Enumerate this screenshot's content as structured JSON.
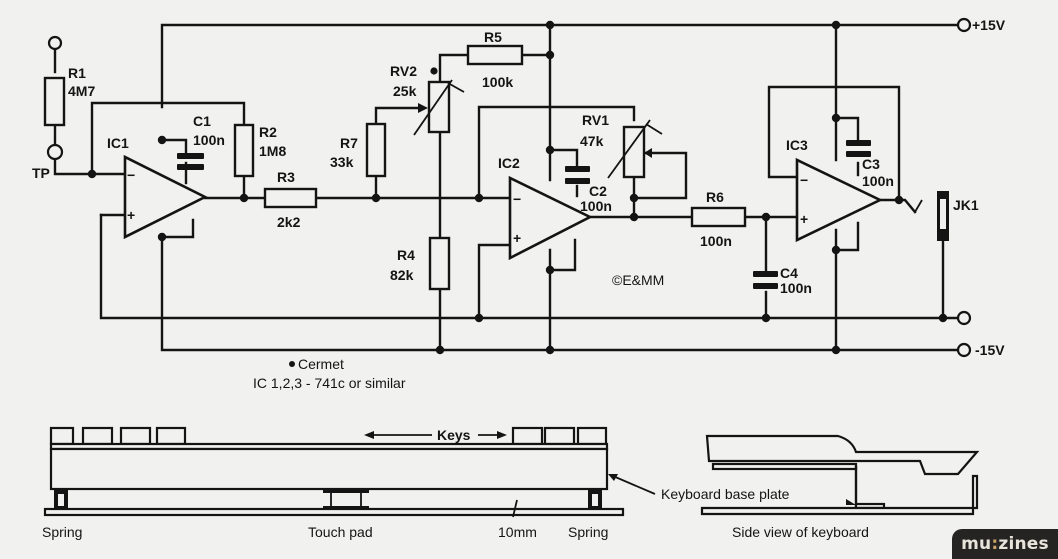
{
  "schematic": {
    "copyright": "©E&MM",
    "rails": {
      "positive": "+15V",
      "negative": "-15V"
    },
    "input": {
      "label": "TP"
    },
    "output": {
      "label": "JK1"
    },
    "opamps": [
      {
        "id": "IC1",
        "label": "IC1"
      },
      {
        "id": "IC2",
        "label": "IC2"
      },
      {
        "id": "IC3",
        "label": "IC3"
      }
    ],
    "resistors": [
      {
        "id": "R1",
        "label": "R1",
        "value": "4M7"
      },
      {
        "id": "R2",
        "label": "R2",
        "value": "1M8"
      },
      {
        "id": "R3",
        "label": "R3",
        "value": "2k2"
      },
      {
        "id": "R4",
        "label": "R4",
        "value": "82k"
      },
      {
        "id": "R5",
        "label": "R5",
        "value": "100k"
      },
      {
        "id": "R6",
        "label": "R6",
        "value": "100n"
      },
      {
        "id": "R7",
        "label": "R7",
        "value": "33k"
      }
    ],
    "potentiometers": [
      {
        "id": "RV1",
        "label": "RV1",
        "value": "47k"
      },
      {
        "id": "RV2",
        "label": "RV2",
        "value": "25k",
        "marker": "●"
      }
    ],
    "capacitors": [
      {
        "id": "C1",
        "label": "C1",
        "value": "100n"
      },
      {
        "id": "C2",
        "label": "C2",
        "value": "100n"
      },
      {
        "id": "C3",
        "label": "C3",
        "value": "100n"
      },
      {
        "id": "C4",
        "label": "C4",
        "value": "100n"
      }
    ],
    "pin_labels": {
      "minus": "−",
      "plus": "+"
    },
    "notes": {
      "cermet": "Cermet",
      "cermet_marker": "●",
      "ic_note": "IC  1,2,3 - 741c or similar"
    }
  },
  "keyboard_front": {
    "keys_label": "Keys",
    "spring_left": "Spring",
    "touch_pad": "Touch pad",
    "gap": "10mm",
    "spring_right": "Spring",
    "base_plate": "Keyboard base plate"
  },
  "keyboard_side": {
    "caption": "Side view of keyboard"
  },
  "watermark": {
    "brand_a": "mu",
    "colon": ":",
    "brand_b": "zines"
  }
}
